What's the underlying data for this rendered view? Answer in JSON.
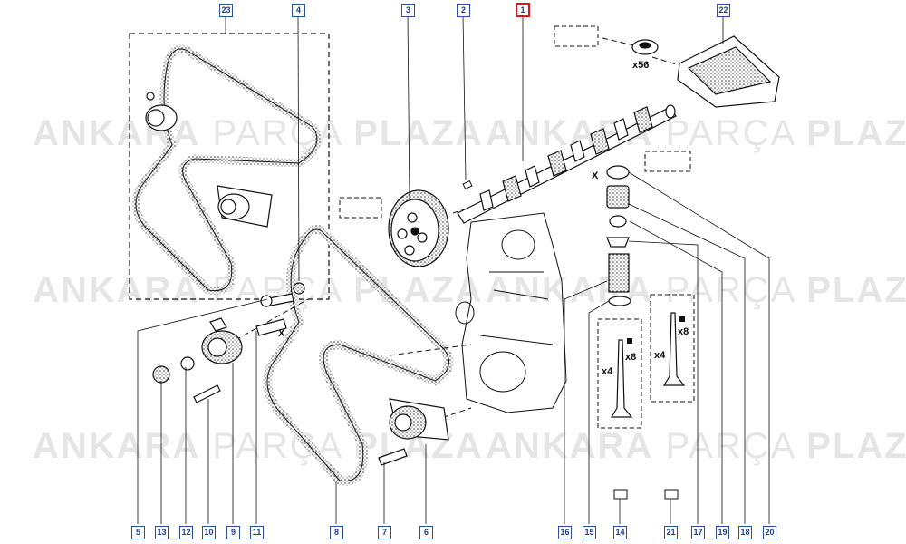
{
  "watermark": {
    "word1": "ANKARA",
    "word2": "PARÇA",
    "word3": "PLAZA"
  },
  "callouts_top": [
    "23",
    "4",
    "3",
    "2",
    "1",
    "22"
  ],
  "callouts_bottom": [
    "5",
    "13",
    "12",
    "10",
    "9",
    "11",
    "8",
    "7",
    "6",
    "16",
    "15",
    "14",
    "21",
    "17",
    "19",
    "18",
    "20"
  ],
  "highlighted_callout": "1",
  "multipliers": {
    "tappet_qty": "x56",
    "valves_left": "x4",
    "collets_left": "x8",
    "valves_right": "x4",
    "collets_right": "x8"
  },
  "x_labels": [
    "X",
    "X"
  ],
  "colors": {
    "callout_border": "#2c4f9e",
    "highlight": "#e01515",
    "line": "#111111"
  }
}
